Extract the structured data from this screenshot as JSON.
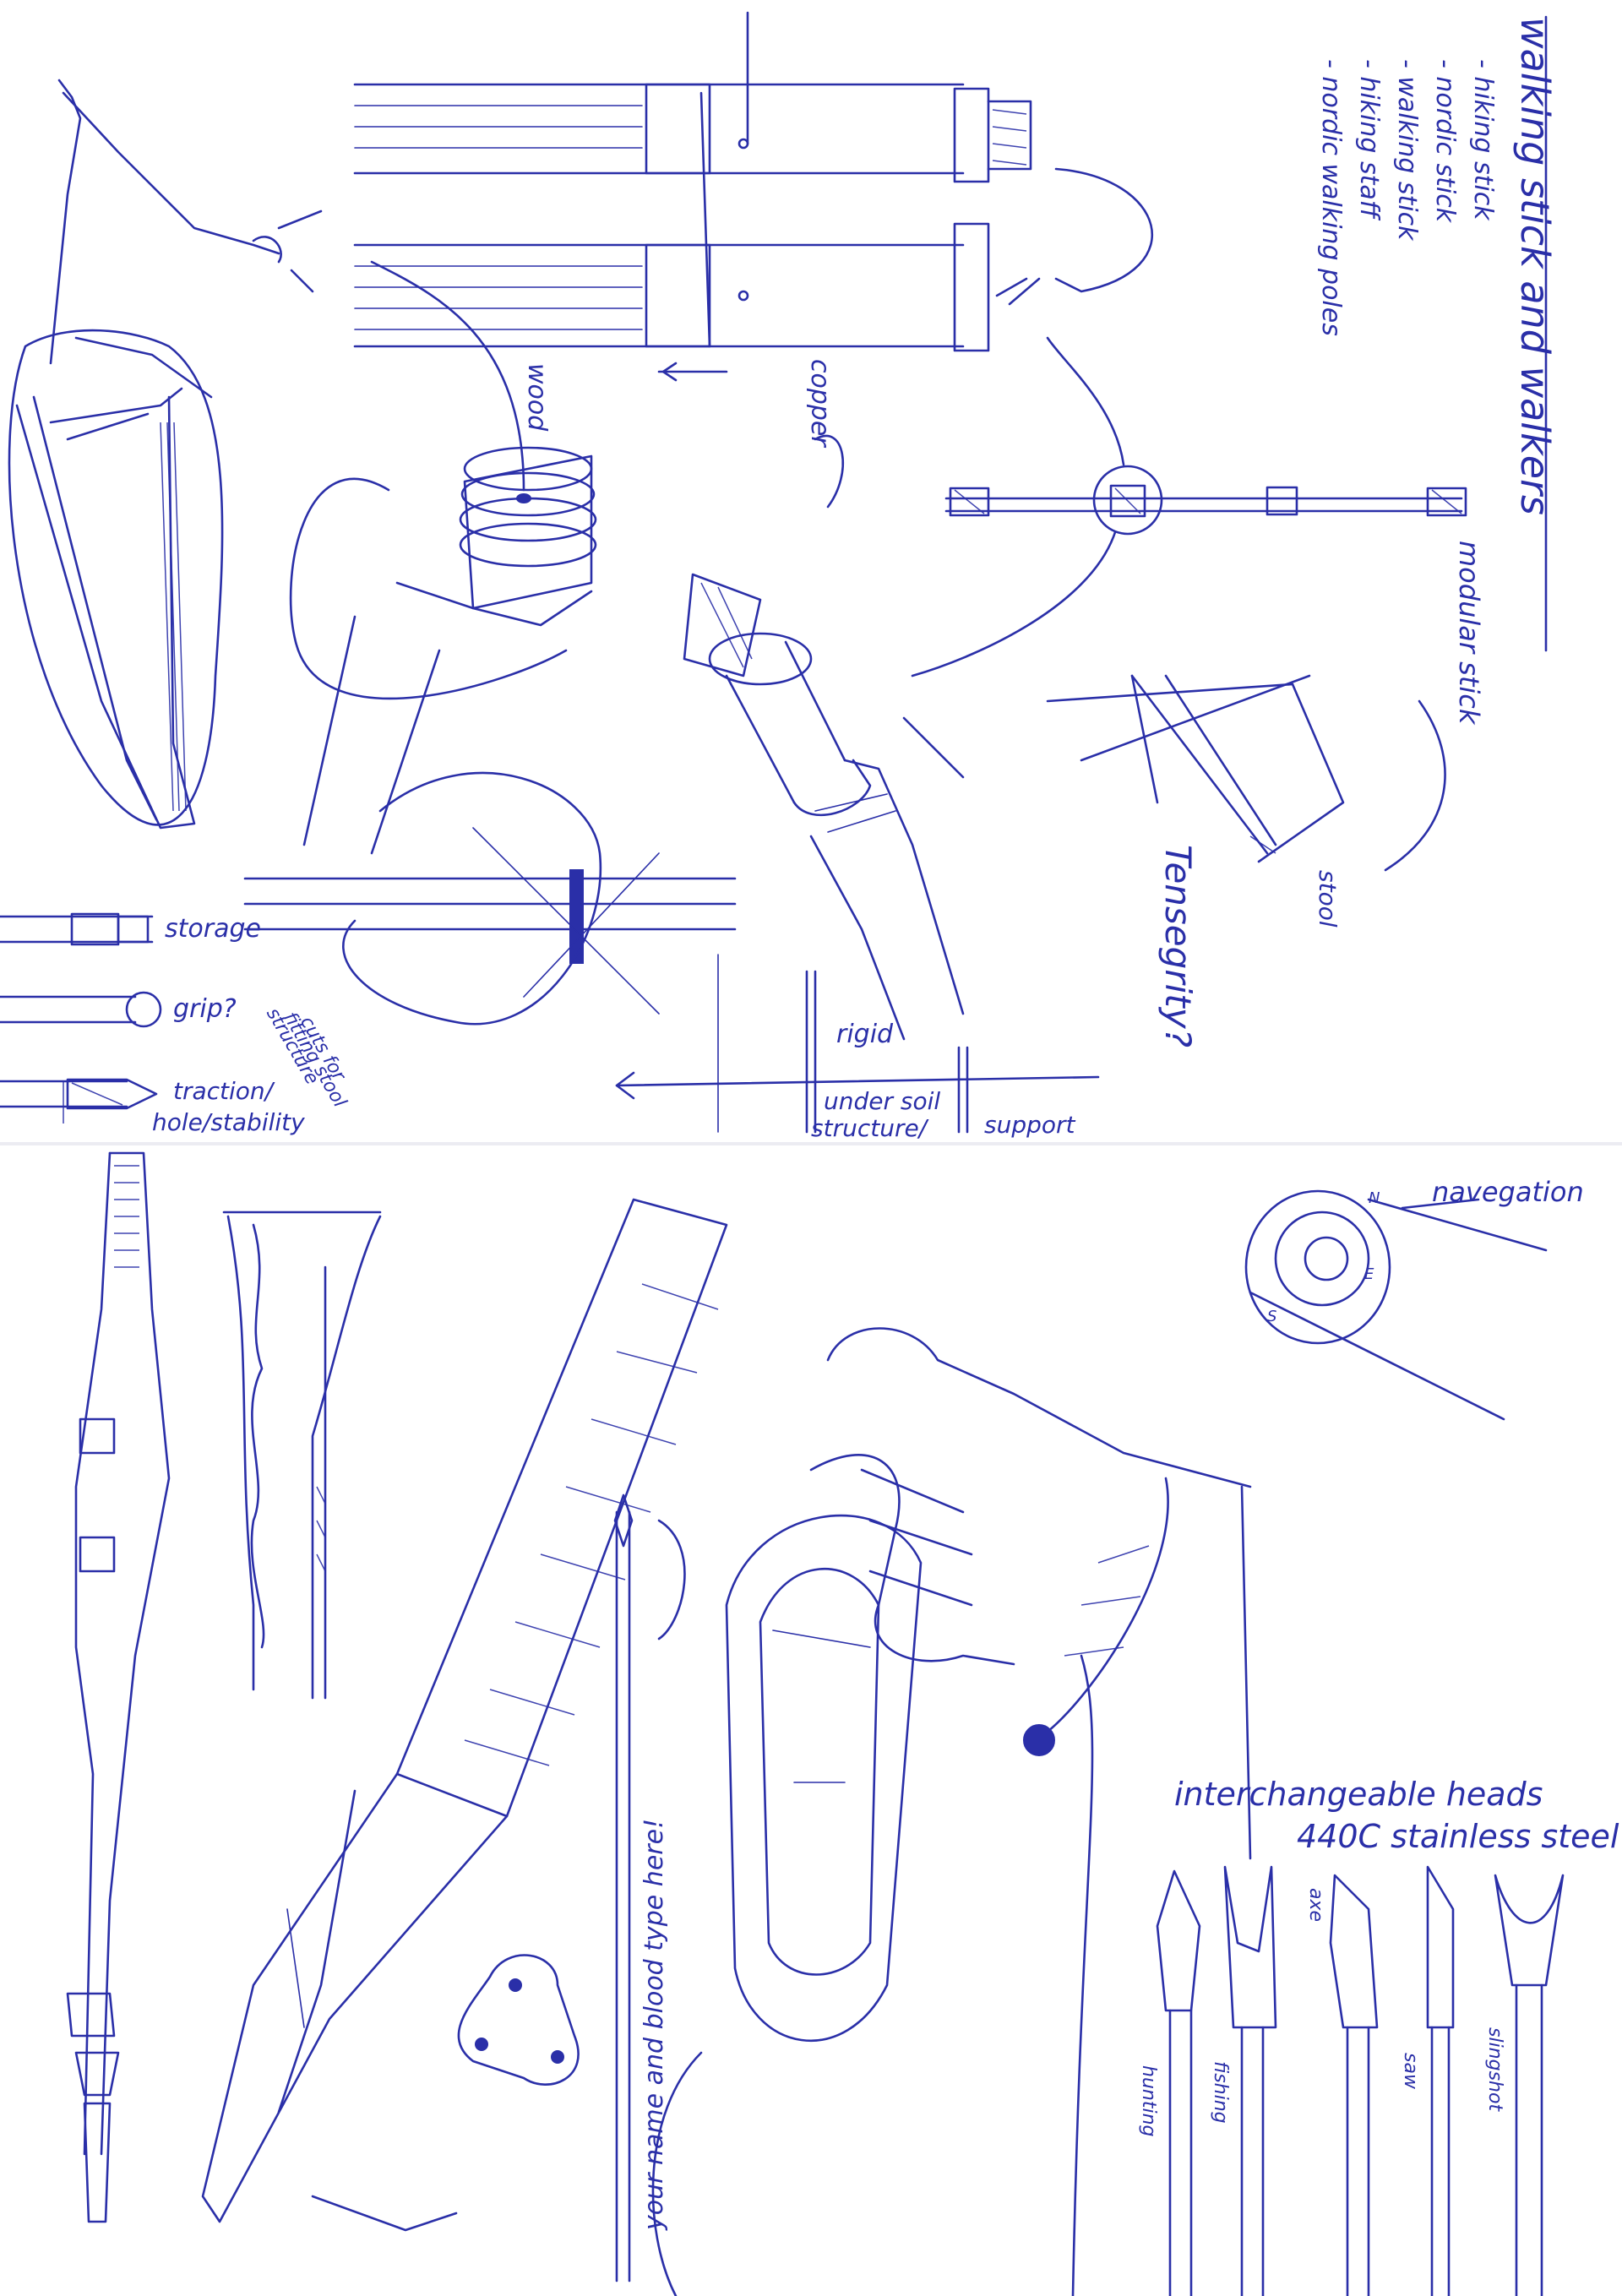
{
  "page": {
    "title": "walking stick and walkers",
    "synonyms": [
      "- hiking stick",
      "- nordic stick",
      "- walking stick",
      "- hiking staff",
      "- nordic walking poles"
    ]
  },
  "top_sheet": {
    "materials": {
      "wood": "wood",
      "copper": "copper"
    },
    "modular": {
      "label": "modular stick",
      "stool": "stool",
      "tensegrity": "Tensegrity?"
    },
    "tip_options": {
      "storage": "storage",
      "grip": "grip?",
      "traction": "traction/",
      "hole": "hole/stability"
    },
    "cuts_note": [
      "cuts for",
      "fitting stool",
      "structure"
    ],
    "support_diagram": {
      "rigid": "rigid",
      "under_soil": "under soil",
      "structure": "structure/",
      "support": "support"
    }
  },
  "bottom_sheet": {
    "navigation": "navegation",
    "compass_letters": {
      "n": "N",
      "s": "S",
      "e": "E"
    },
    "dog_tag": "your name and blood type here!",
    "interchangeable": {
      "title": "interchangeable heads",
      "material": "440C stainless steel",
      "heads": [
        "hunting",
        "fishing",
        "axe",
        "saw",
        "slingshot"
      ]
    }
  }
}
